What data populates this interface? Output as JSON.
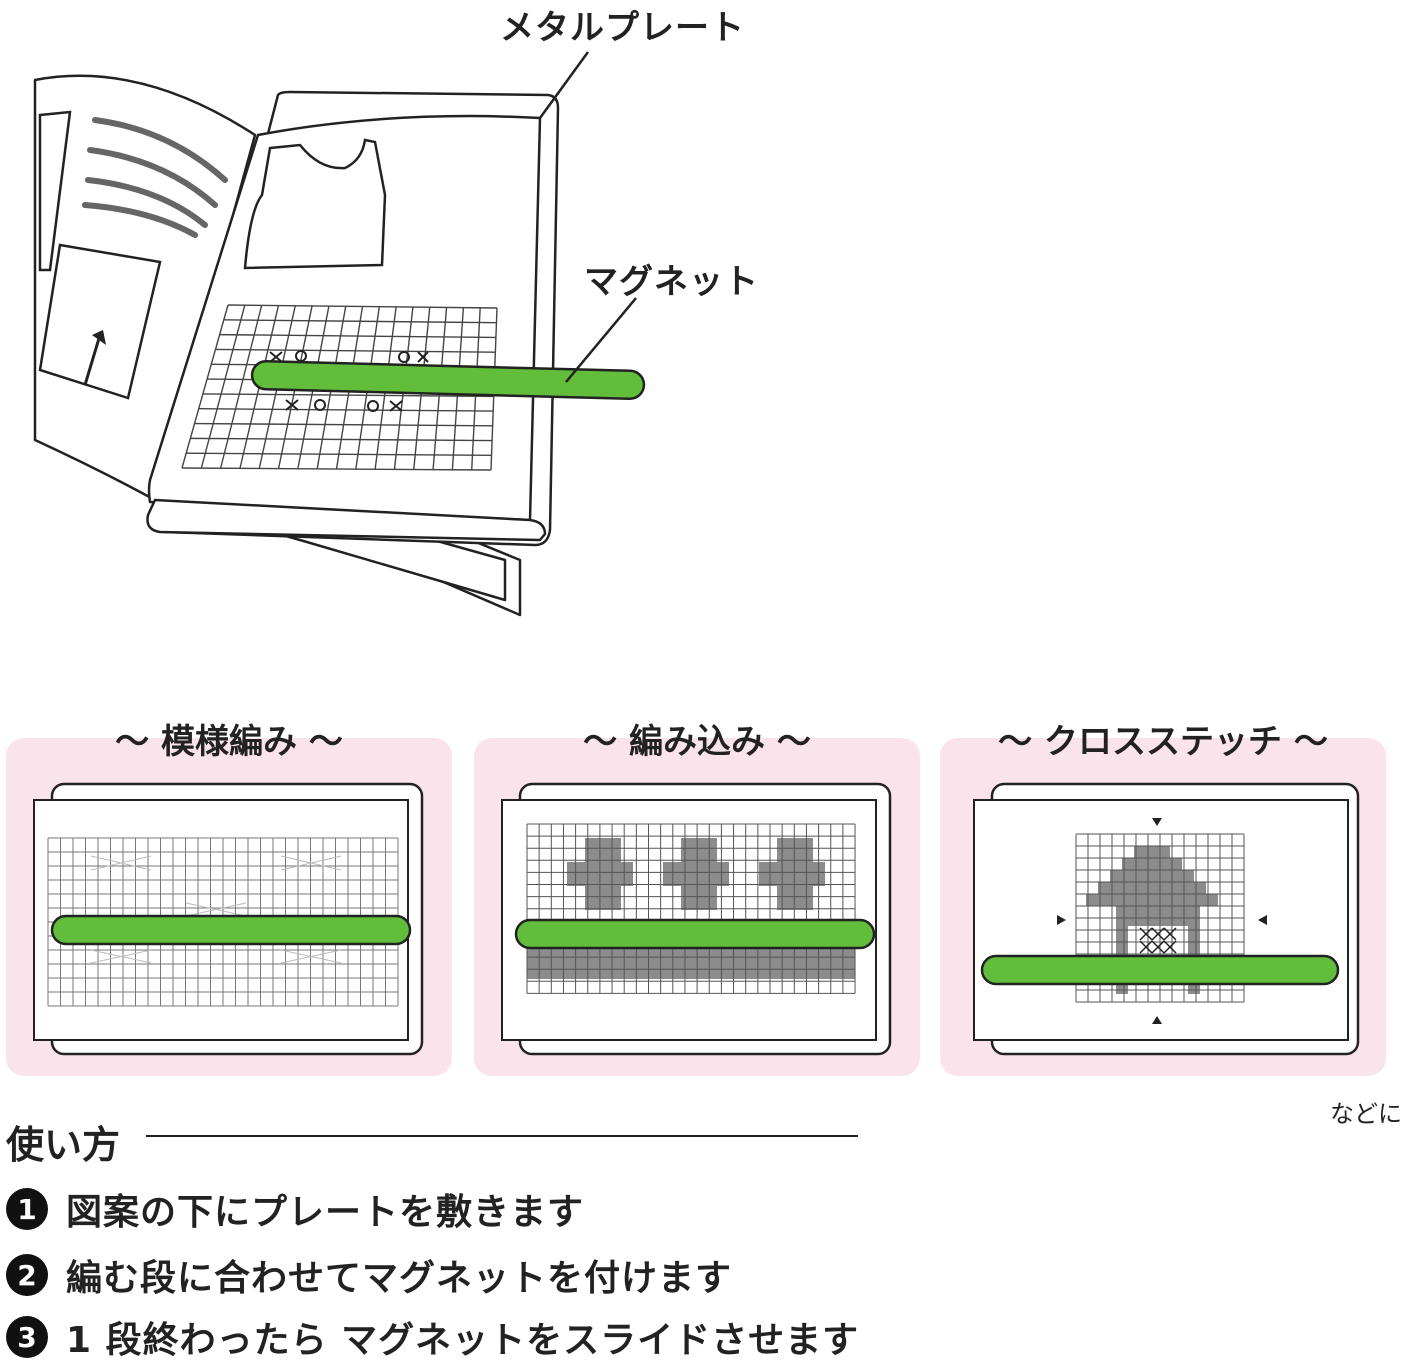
{
  "illustration": {
    "plate_label": "メタルプレート",
    "magnet_label": "マグネット"
  },
  "examples": [
    {
      "title": "～ 模様編み ～"
    },
    {
      "title": "～ 編み込み ～"
    },
    {
      "title": "～ クロスステッチ ～"
    }
  ],
  "examples_note": "などに",
  "howto": {
    "title": "使い方",
    "steps": [
      {
        "num": "1",
        "text": "図案の下にプレートを敷きます"
      },
      {
        "num": "2",
        "text": "編む段に合わせてマグネットを付けます"
      },
      {
        "num": "3",
        "text": "1 段終わったら マグネットをスライドさせます"
      }
    ]
  },
  "colors": {
    "magnet_green": "#62bd3a",
    "panel_pink": "#fbe3ec",
    "pattern_gray": "#8c8c8c"
  }
}
